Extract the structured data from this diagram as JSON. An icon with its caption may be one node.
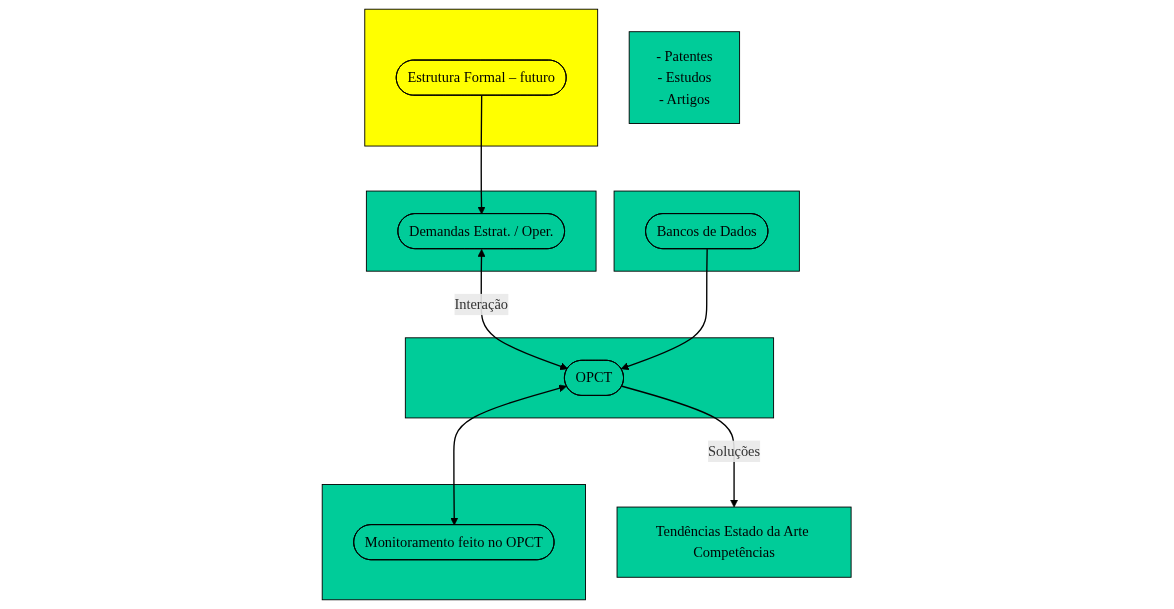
{
  "diagram": {
    "nodes": [
      {
        "text": [],
        "shape": "box"
      },
      {
        "text": [
          "Demandas Estrat. / Oper."
        ],
        "in": 0
      },
      {
        "text": [],
        "shape": "box"
      },
      {
        "text": [
          "Estrutura Formal – futuro"
        ],
        "in": 2
      },
      {
        "text": [],
        "shape": "box"
      },
      {
        "text": [
          "Bancos de Dados"
        ],
        "in": 4
      },
      {
        "text": [],
        "shape": "box"
      },
      {
        "text": [
          "OPCT"
        ],
        "in": 6
      },
      {
        "text": [
          "Tendências Estado da Arte Competências"
        ]
      },
      {
        "text": [
          "- Patentes",
          "- Estudos",
          "- Artigos"
        ]
      },
      {
        "text": [],
        "shape": "box"
      },
      {
        "text": [
          "Monitoramento feito no OPCT"
        ],
        "in": 10
      }
    ],
    "edges": [
      {
        "from": 3,
        "to": 1,
        "arrow": "to"
      },
      {
        "from": 1,
        "to": 7,
        "arrow": "both",
        "label": "Interação"
      },
      {
        "from": 5,
        "to": 7,
        "arrow": "to"
      },
      {
        "from": 7,
        "to": 8,
        "arrow": "to",
        "label": "Soluções"
      },
      {
        "from": 7,
        "to": 11,
        "arrow": "both"
      }
    ]
  }
}
